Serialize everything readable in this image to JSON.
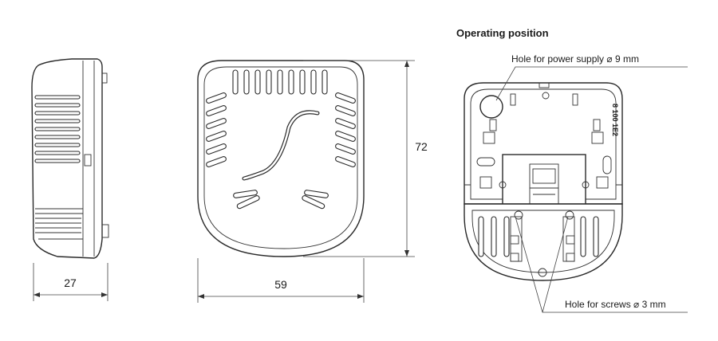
{
  "title": "Operating position",
  "dimensions": {
    "depth": "27",
    "width": "59",
    "height": "72"
  },
  "callouts": {
    "power_hole": "Hole for power supply ⌀ 9 mm",
    "screw_holes": "Hole for screws ⌀ 3 mm"
  },
  "part_code": "8 100 1E2",
  "colors": {
    "line": "#2a2a2a",
    "text": "#1a1a1a",
    "background": "#ffffff"
  }
}
